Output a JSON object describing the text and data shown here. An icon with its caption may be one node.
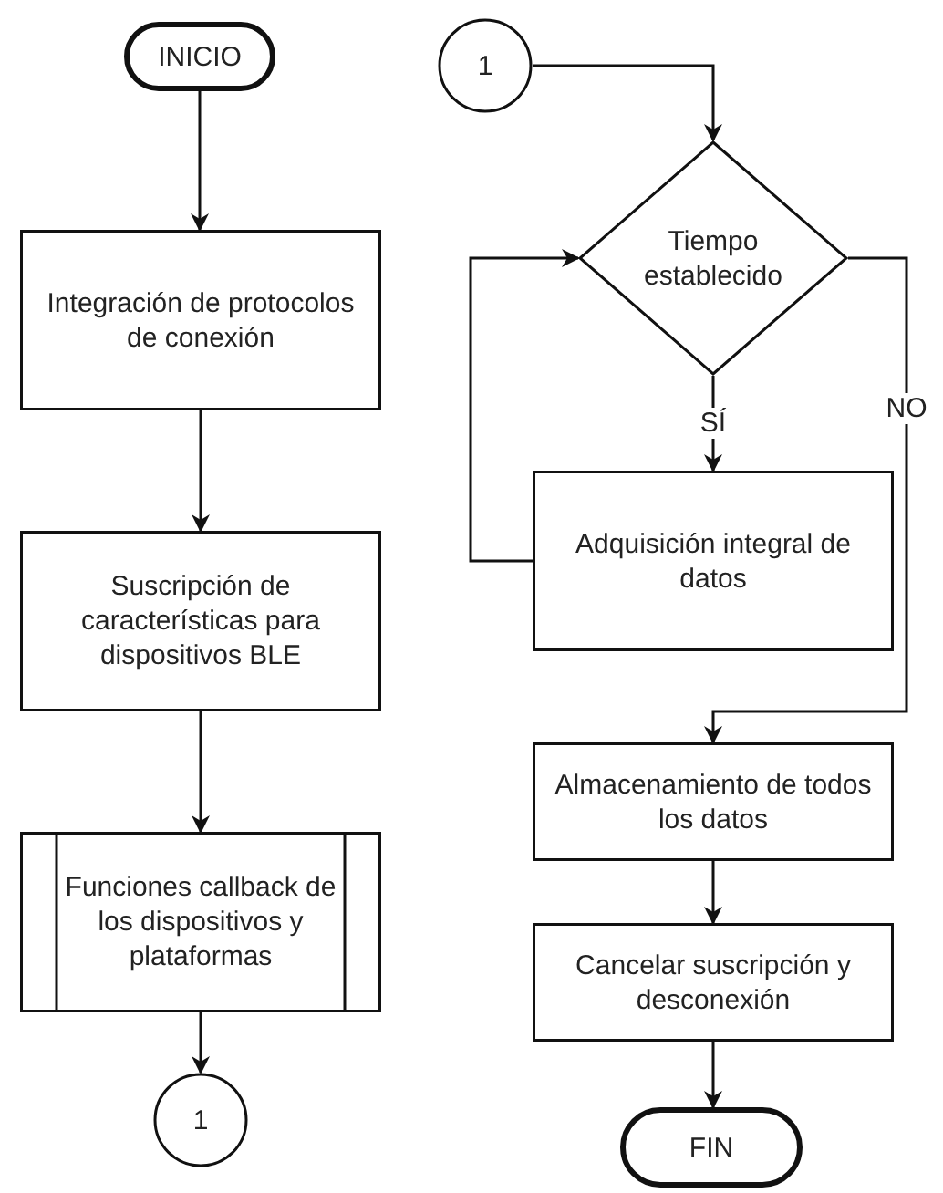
{
  "diagram": {
    "nodes": [
      {
        "text": [
          "INICIO"
        ]
      },
      {
        "text": [
          "Integración de protocolos de conexión"
        ]
      },
      {
        "text": [
          "Suscripción de características para dispositivos BLE"
        ]
      },
      {
        "text": [
          "Funciones callback de los dispositivos y plataformas"
        ]
      },
      {
        "text": [
          "1"
        ]
      },
      {
        "text": [
          "1"
        ]
      },
      {
        "text": [
          "Tiempo establecido"
        ]
      },
      {
        "text": [
          "Adquisición integral de datos"
        ]
      },
      {
        "text": [
          "Almacenamiento de todos los datos"
        ]
      },
      {
        "text": [
          "Cancelar suscripción y desconexión"
        ]
      },
      {
        "text": [
          "FIN"
        ]
      }
    ],
    "edges": [
      {
        "from": 0,
        "to": 1,
        "arrow": "to"
      },
      {
        "from": 1,
        "to": 2,
        "arrow": "to"
      },
      {
        "from": 2,
        "to": 3,
        "arrow": "to"
      },
      {
        "from": 3,
        "to": 4,
        "arrow": "to"
      },
      {
        "from": 5,
        "to": 6,
        "arrow": "to"
      },
      {
        "from": 6,
        "to": 7,
        "label": "SÍ",
        "arrow": "to"
      },
      {
        "from": 7,
        "to": 6,
        "arrow": "to"
      },
      {
        "from": 6,
        "to": 8,
        "label": "NO",
        "arrow": "to"
      },
      {
        "from": 8,
        "to": 9,
        "arrow": "to"
      },
      {
        "from": 9,
        "to": 10,
        "arrow": "to"
      }
    ]
  }
}
